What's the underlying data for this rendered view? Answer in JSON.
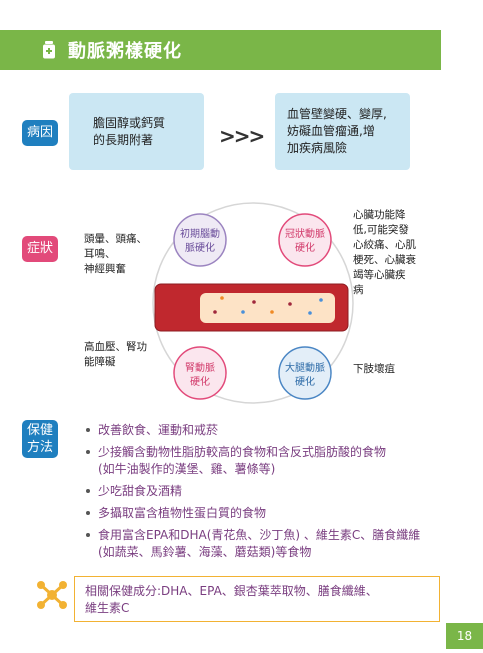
{
  "title": "動脈粥樣硬化",
  "sections": {
    "cause_label": "病因",
    "symptom_label": "症狀",
    "care_label_1": "保健",
    "care_label_2": "方法"
  },
  "cause": {
    "box1_line1": "膽固醇或鈣質",
    "box1_line2": "的長期附著",
    "arrows": ">>>",
    "box2_line1": "血管壁變硬、變厚,",
    "box2_line2": "妨礙血管瘤通,增",
    "box2_line3": "加疾病風險"
  },
  "symptoms": {
    "top_left": [
      "頭暈、頭痛、",
      "耳鳴、",
      "神經興奮"
    ],
    "top_right": [
      "心臟功能降",
      "低,可能突發",
      "心絞痛、心肌",
      "梗死、心臟衰",
      "竭等心臟疾",
      "病"
    ],
    "bottom_left": [
      "高血壓、腎功",
      "能障礙"
    ],
    "bottom_right": "下肢壞疽",
    "nodes": {
      "brain": [
        "初期腦動",
        "脈硬化"
      ],
      "coronary": [
        "冠狀動脈",
        "硬化"
      ],
      "kidney": [
        "腎動脈",
        "硬化"
      ],
      "leg": [
        "大腿動脈",
        "硬化"
      ]
    }
  },
  "care": [
    [
      "改善飲食、運動和戒菸"
    ],
    [
      "少接觸含動物性脂肪較高的食物和含反式脂肪酸的食物",
      "(如牛油製作的漢堡、雞、薯條等)"
    ],
    [
      "少吃甜食及酒精"
    ],
    [
      "多攝取富含植物性蛋白質的食物"
    ],
    [
      "食用富含EPA和DHA(青花魚、沙丁魚) 、維生素C、膳食纖維",
      "(如蔬菜、馬鈴薯、海藻、蘑菇類)等食物"
    ]
  ],
  "note": {
    "line1": "相關保健成分:DHA、EPA、銀杏葉萃取物、膳食纖維、",
    "line2": "維生素C"
  },
  "page_number": "18",
  "colors": {
    "green": "#7ab648",
    "blue_label": "#1f7fbf",
    "pink_label": "#e24a7a",
    "light_blue": "#cbe7f3",
    "purple_text": "#7a3e80",
    "orange": "#f2b233",
    "vessel_red": "#c0282e"
  }
}
